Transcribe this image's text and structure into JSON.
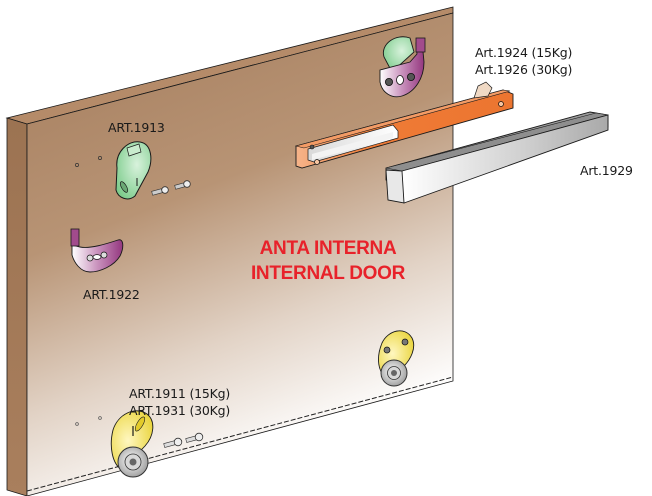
{
  "door": {
    "title_it": "ANTA INTERNA",
    "title_en": "INTERNAL DOOR"
  },
  "labels": {
    "top_guide_line1": "Art.1924 (15Kg)",
    "top_guide_line2": "Art.1926 (30Kg)",
    "cover_profile": "Art.1929",
    "top_bracket": "ART.1913",
    "side_bracket": "ART.1922",
    "bottom_wheel_line1": "ART.1911 (15Kg)",
    "bottom_wheel_line2": "ART.1931 (30Kg)"
  },
  "colors": {
    "door_wood": "#a98060",
    "door_top": "#b48a68",
    "title_red": "#e8222a",
    "bracket_green": "#8fd49a",
    "bracket_purple": "#9a3c86",
    "track_orange": "#ee7a35",
    "wheel_yellow": "#f0dc4a",
    "profile_gray": "#c8c8c8"
  }
}
